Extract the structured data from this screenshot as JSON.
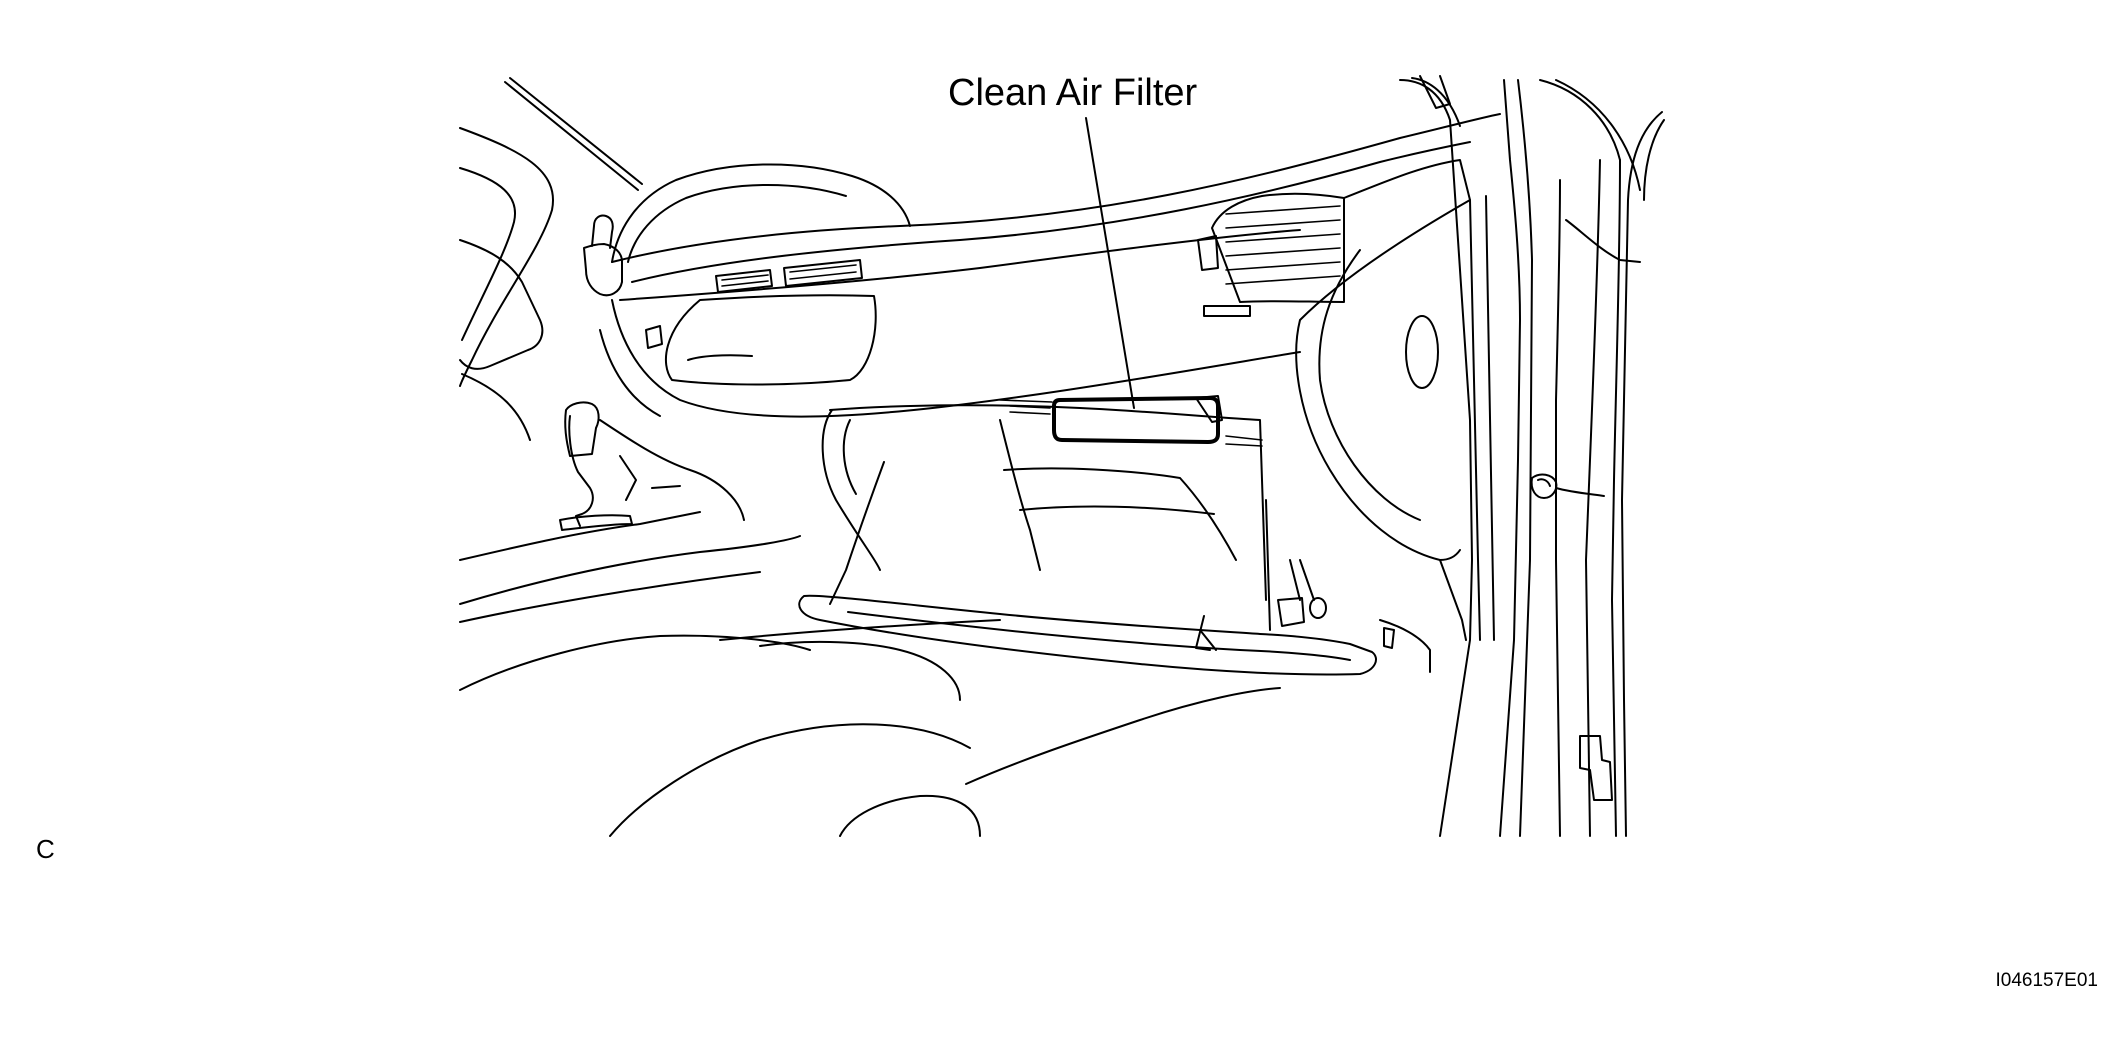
{
  "callout": {
    "label": "Clean Air Filter"
  },
  "corner_letter": "C",
  "figure_code": "I046157E01",
  "colors": {
    "ink": "#000000",
    "background": "#ffffff"
  }
}
